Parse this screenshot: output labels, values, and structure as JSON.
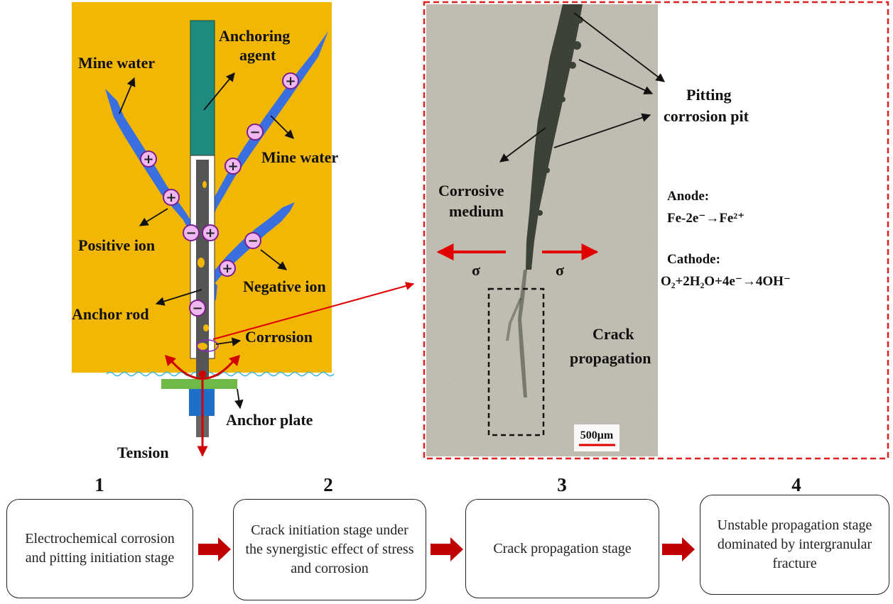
{
  "left_panel": {
    "labels": {
      "mine_water_top": "Mine water",
      "anchoring_agent_1": "Anchoring",
      "anchoring_agent_2": "agent",
      "mine_water_right": "Mine water",
      "positive_ion": "Positive ion",
      "negative_ion": "Negative ion",
      "anchor_rod": "Anchor rod",
      "corrosion": "Corrosion",
      "anchor_plate": "Anchor plate",
      "tension": "Tension"
    },
    "colors": {
      "background": "#F2B705",
      "anchoring_agent": "#1F8A7E",
      "water": "#3A6FE0",
      "ion_fill": "#EFB7F0",
      "ion_border": "#7A1E8C",
      "rod": "#555555",
      "plate": "#70B848",
      "nut": "#1F6FC8",
      "tension_arrow": "#D00000"
    },
    "ion_symbols": {
      "positive": "+",
      "negative": "−"
    }
  },
  "right_panel": {
    "labels": {
      "pitting_1": "Pitting",
      "pitting_2": "corrosion pit",
      "corrosive_1": "Corrosive",
      "corrosive_2": "medium",
      "sigma": "σ",
      "crack_1": "Crack",
      "crack_2": "propagation",
      "scale_bar": "500μm"
    },
    "anode": {
      "title": "Anode:",
      "reaction": "Fe-2e⁻→Fe²⁺"
    },
    "cathode": {
      "title": "Cathode:",
      "reaction": "O₂+2H₂O+4e⁻→4OH⁻"
    },
    "colors": {
      "frame": "#E02020",
      "crack": "#3C4238",
      "specimen": "#B9B5A8"
    }
  },
  "stages": [
    {
      "number": "1",
      "text": "Electrochemical corrosion and pitting initiation stage"
    },
    {
      "number": "2",
      "text": "Crack initiation stage under the synergistic effect of stress and corrosion"
    },
    {
      "number": "3",
      "text": "Crack propagation stage"
    },
    {
      "number": "4",
      "text": "Unstable propagation stage dominated by intergranular fracture"
    }
  ],
  "stage_arrow_color": "#C00000"
}
